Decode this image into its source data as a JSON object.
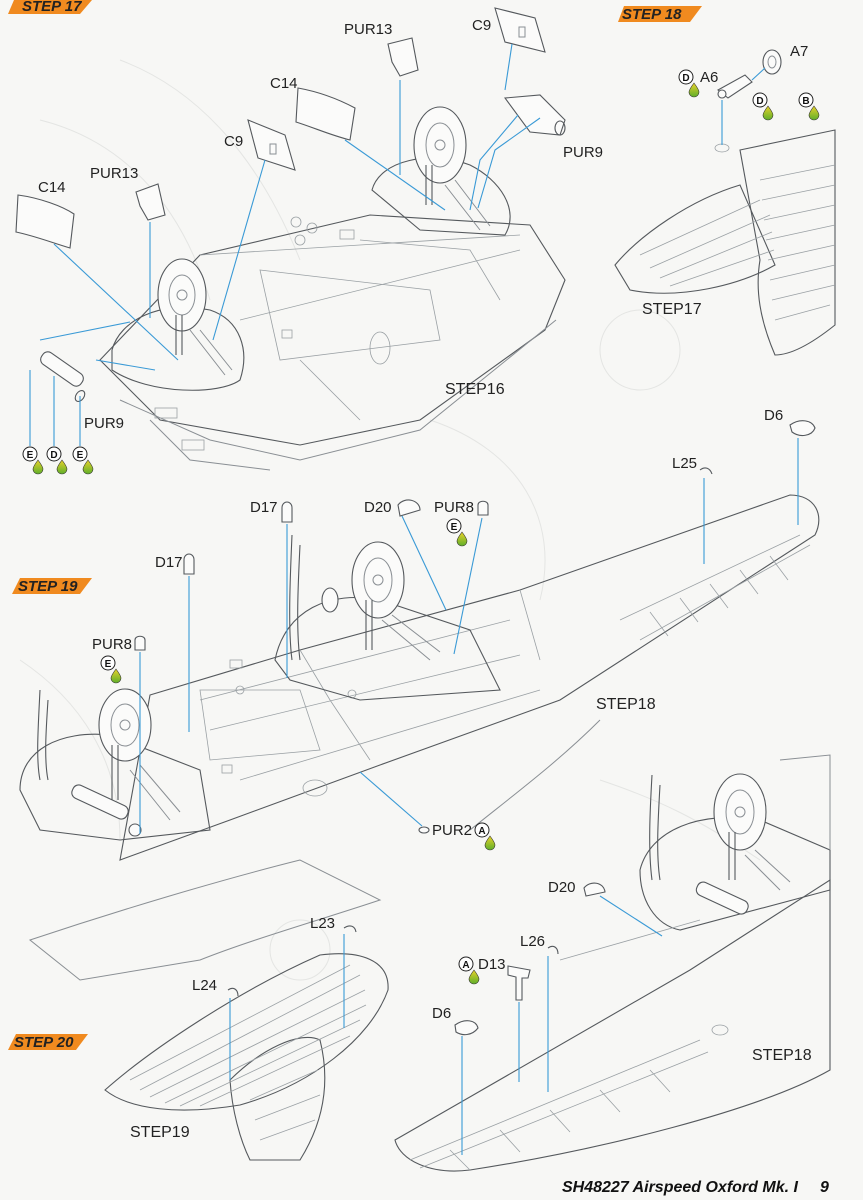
{
  "steps": {
    "s17": "STEP 17",
    "s18": "STEP 18",
    "s19": "STEP 19",
    "s20": "STEP 20"
  },
  "step17": {
    "parts": {
      "pur13_a": "PUR13",
      "c9_a": "C9",
      "c14_a": "C14",
      "c9_b": "C9",
      "pur9_a": "PUR9",
      "pur13_b": "PUR13",
      "c14_b": "C14",
      "pur9_b": "PUR9"
    },
    "ref": "STEP16",
    "paints": [
      "E",
      "D",
      "E"
    ]
  },
  "step18": {
    "parts": {
      "a7": "A7",
      "a6": "A6"
    },
    "paint_a6": "D",
    "paints_a7": [
      "D",
      "B"
    ],
    "ref": "STEP17"
  },
  "step19": {
    "parts": {
      "d6": "D6",
      "l25": "L25",
      "d17_a": "D17",
      "d20": "D20",
      "pur8_a": "PUR8",
      "d17_b": "D17",
      "pur8_b": "PUR8",
      "pur2": "PUR2"
    },
    "paint_pur8_a": "E",
    "paint_pur8_b": "E",
    "paint_pur2": "A",
    "ref": "STEP18"
  },
  "step20": {
    "parts": {
      "l23": "L23",
      "l24": "L24",
      "d13": "D13",
      "l26": "L26",
      "d6": "D6",
      "d20": "D20"
    },
    "paint_d13": "A",
    "ref_a": "STEP19",
    "ref_b": "STEP18"
  },
  "footer": {
    "model": "SH48227 Airspeed Oxford Mk. I",
    "page": "9"
  },
  "colors": {
    "step_flag": "#f08a1f",
    "pointer": "#3a9ad6",
    "paint_drop_green": "#7fc63a",
    "paint_drop_yellow": "#e8d22a"
  }
}
